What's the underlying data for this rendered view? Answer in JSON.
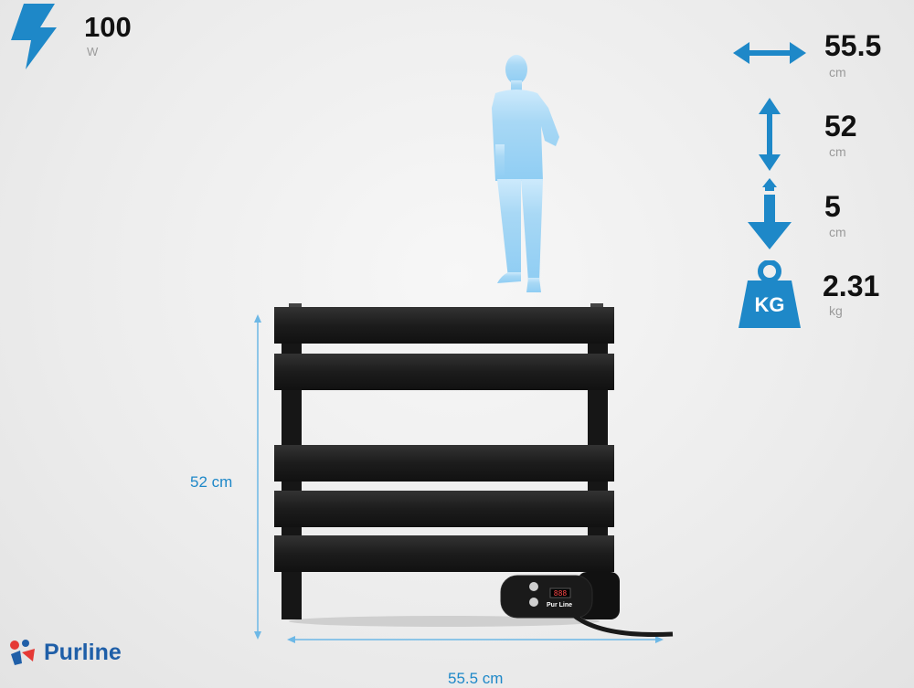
{
  "power": {
    "value": "100",
    "unit": "W",
    "icon": "lightning-icon"
  },
  "specs": {
    "width": {
      "value": "55.5",
      "unit": "cm",
      "icon": "horizontal-arrow-icon"
    },
    "height": {
      "value": "52",
      "unit": "cm",
      "icon": "vertical-arrow-icon"
    },
    "depth": {
      "value": "5",
      "unit": "cm",
      "icon": "depth-arrow-icon"
    },
    "weight": {
      "value": "2.31",
      "unit": "kg",
      "icon": "weight-icon",
      "icon_text": "KG"
    }
  },
  "dimensions": {
    "height_label": "52 cm",
    "width_label": "55.5 cm"
  },
  "controller": {
    "display": "888",
    "brand": "Pur Line"
  },
  "brand": {
    "name": "Purline"
  },
  "colors": {
    "accent": "#1e88c8",
    "radiator": "#1c1c1c",
    "silhouette": "#a8d8f5"
  }
}
